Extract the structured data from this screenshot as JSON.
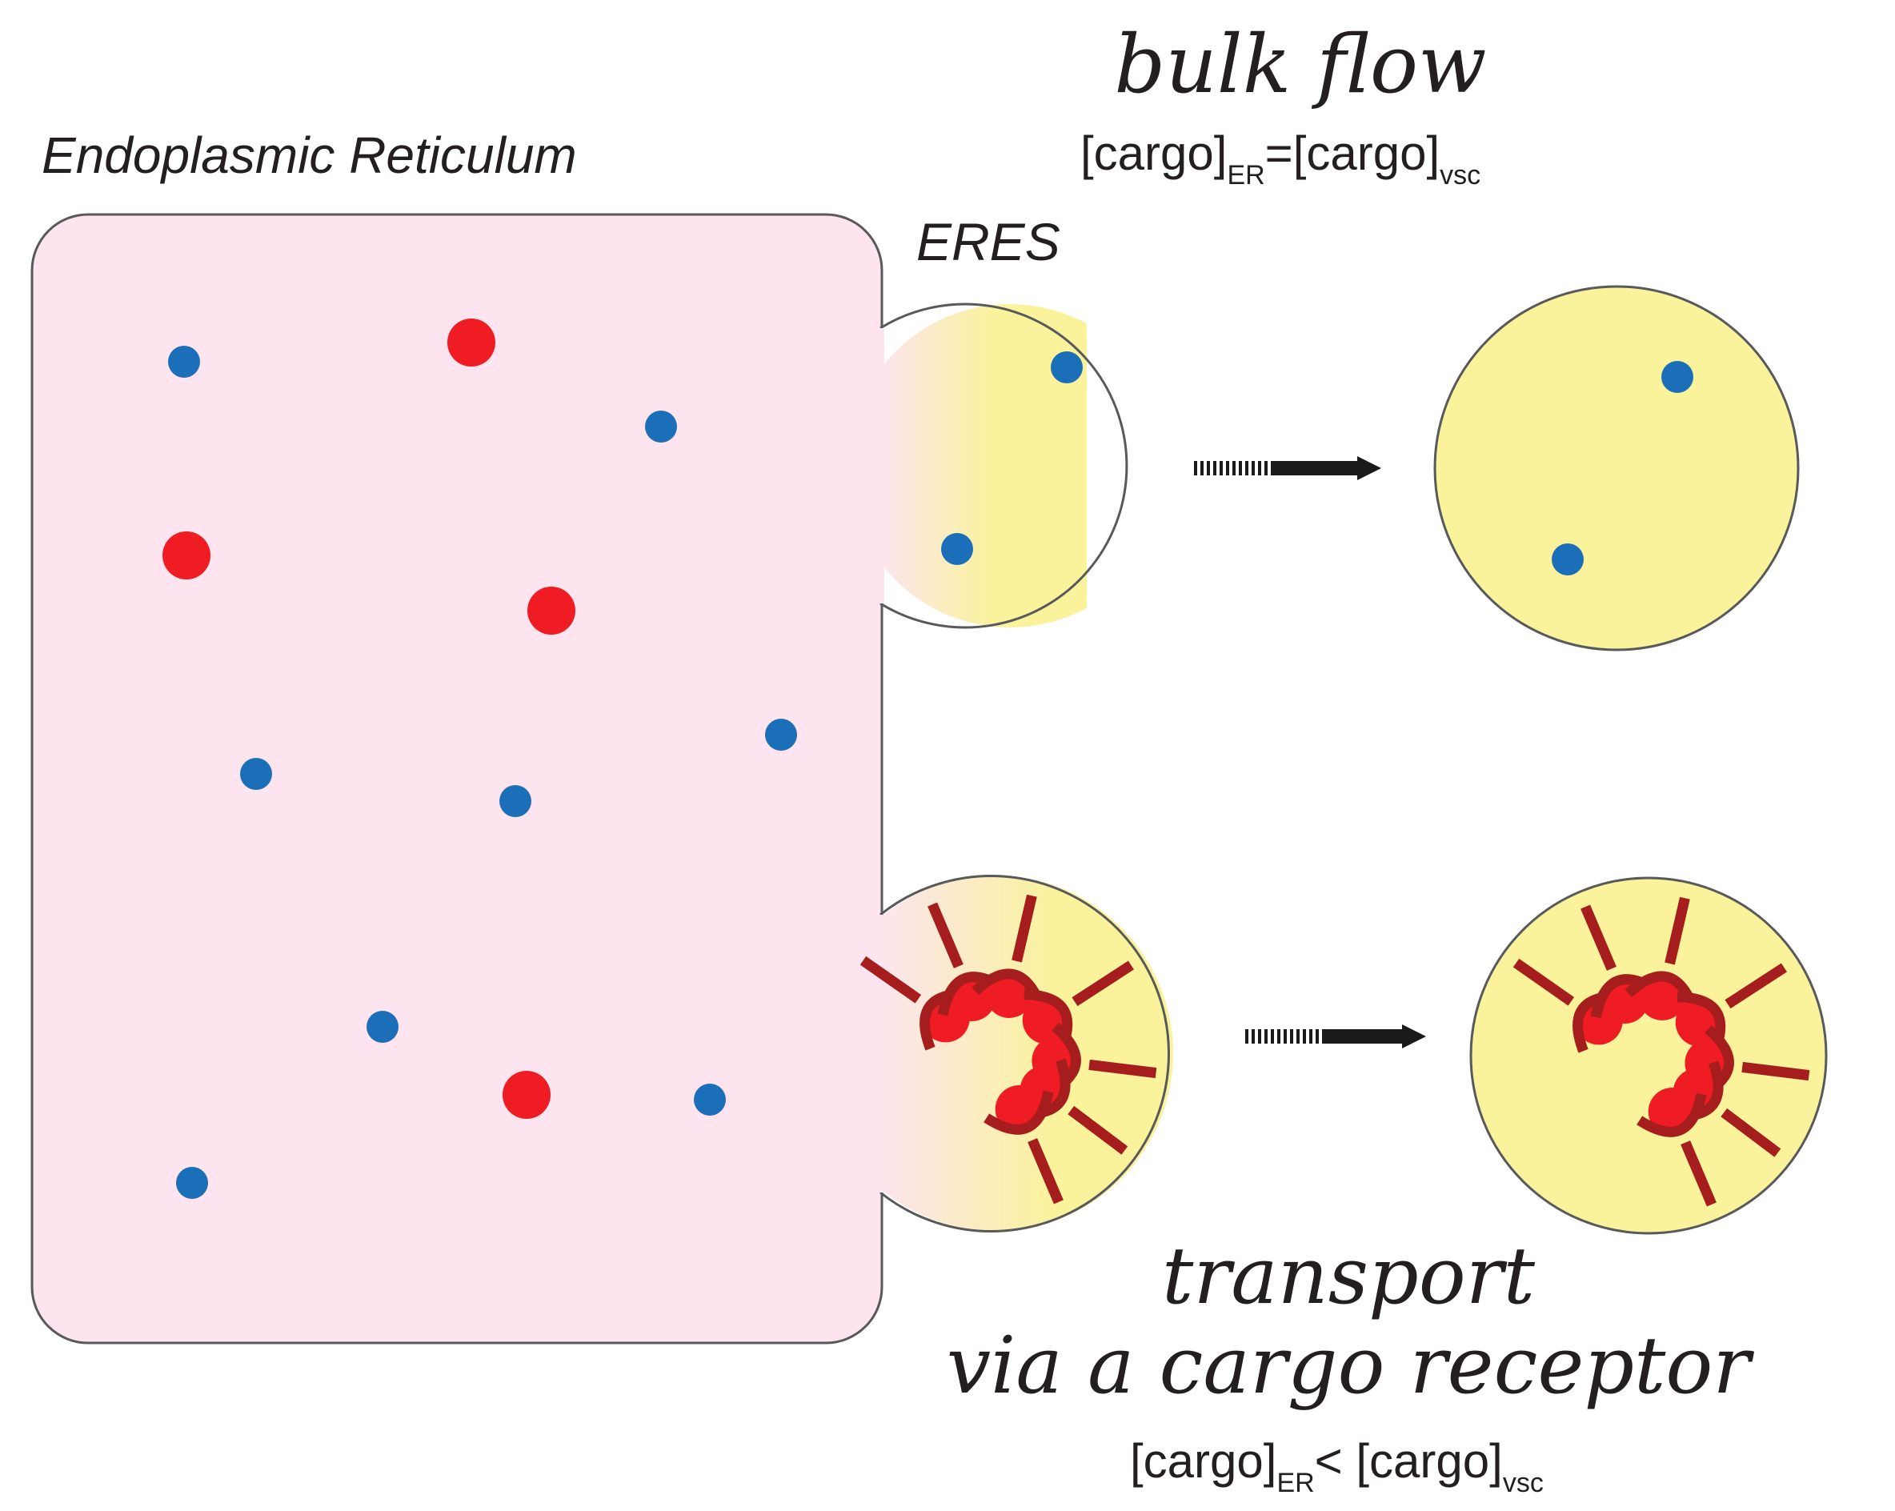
{
  "labels": {
    "er_title": "Endoplasmic Reticulum",
    "eres": "ERES",
    "bulk_flow": "bulk flow",
    "receptor_line1": "transport",
    "receptor_line2": "via a cargo receptor"
  },
  "formulas": {
    "bulk": {
      "a": "[cargo]",
      "a_sub": "ER",
      "op": "=",
      "b": "[cargo]",
      "b_sub": "vsc"
    },
    "receptor": {
      "a": "[cargo]",
      "a_sub": "ER",
      "op": "< ",
      "b": "[cargo]",
      "b_sub": "vsc"
    }
  },
  "colors": {
    "er_fill": "#fde4ef",
    "vesicle_fill": "#faf39c",
    "soluble_cargo": "#1a6fb8",
    "receptor_cargo": "#ef1c24",
    "receptor": "#a51d1d",
    "outline": "#58595b",
    "arrow": "#1a1a1a"
  },
  "icons": {
    "small_dot": "blue-cargo-dot",
    "large_dot": "red-cargo-dot",
    "receptor": "y-shaped-cargo-receptor",
    "arrow": "dashed-transport-arrow"
  }
}
